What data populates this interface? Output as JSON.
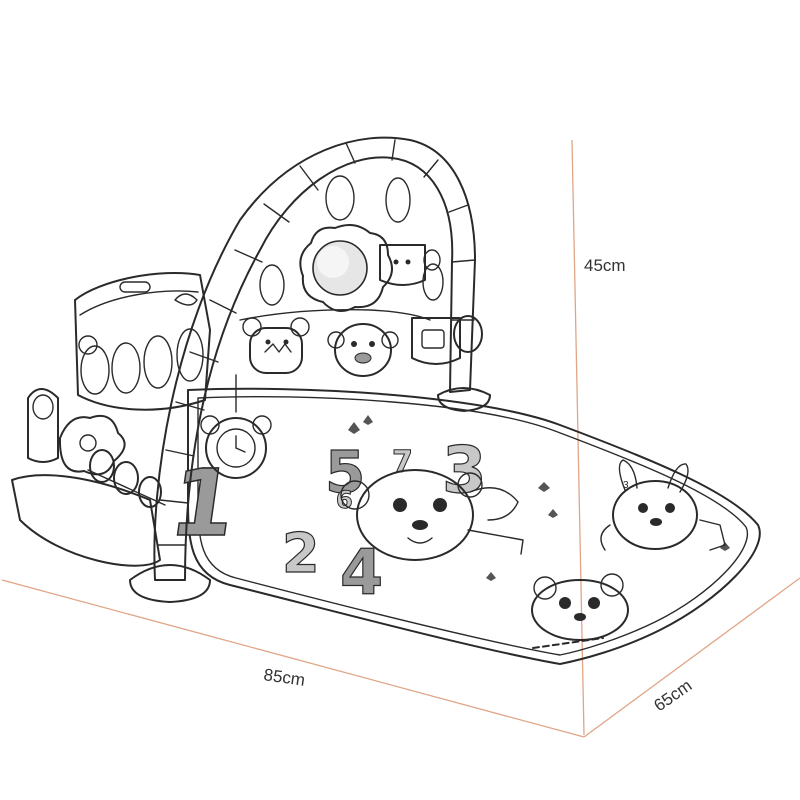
{
  "dimensions": {
    "height_label": "45cm",
    "length_label": "85cm",
    "width_label": "65cm"
  },
  "colors": {
    "dimension_line": "#e0a586",
    "ink": "#2a2a2a",
    "number_fill": "#9a9a9a",
    "number_fill_light": "#c8c8c8"
  },
  "mat_numbers": {
    "large_one": "1",
    "five": "5",
    "three": "3",
    "seven": "7",
    "two": "2",
    "six": "6",
    "four": "4"
  },
  "toy_labels": {
    "bunny_tag": "3"
  },
  "icons": [
    "mirror-icon",
    "clock-icon",
    "lion-face-icon",
    "monkey-face-icon",
    "cat-face-icon",
    "bunny-face-icon",
    "raccoon-face-icon",
    "leaf-icon"
  ]
}
